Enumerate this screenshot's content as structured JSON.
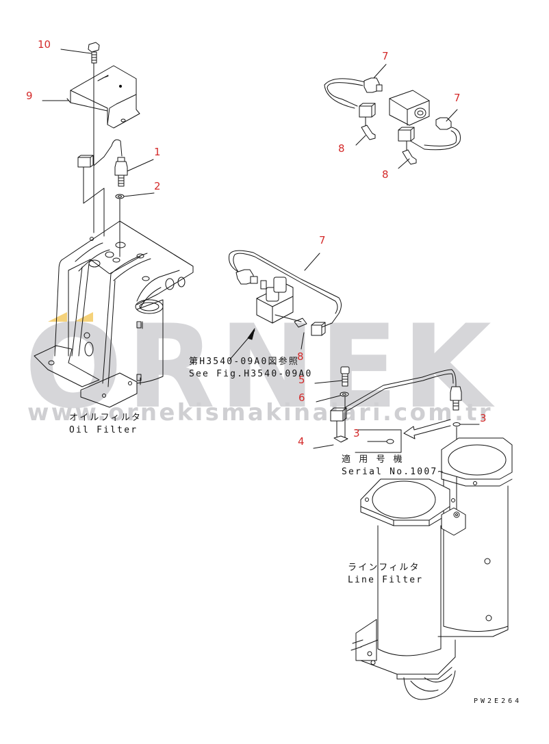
{
  "watermark": {
    "brand": "ORNEK",
    "url": "www.ornekismakinalari.com.tr",
    "brand_color": "#d6d6d9",
    "accent_color": "#f5d27a"
  },
  "callouts": [
    {
      "id": "c10",
      "text": "10"
    },
    {
      "id": "c9",
      "text": "9"
    },
    {
      "id": "c1",
      "text": "1"
    },
    {
      "id": "c2",
      "text": "2"
    },
    {
      "id": "c7a",
      "text": "7"
    },
    {
      "id": "c7b",
      "text": "7"
    },
    {
      "id": "c8a",
      "text": "8"
    },
    {
      "id": "c8b",
      "text": "8"
    },
    {
      "id": "c7c",
      "text": "7"
    },
    {
      "id": "c8c",
      "text": "8"
    },
    {
      "id": "c5",
      "text": "5"
    },
    {
      "id": "c6",
      "text": "6"
    },
    {
      "id": "c3a",
      "text": "3"
    },
    {
      "id": "c3b",
      "text": "3"
    },
    {
      "id": "c4",
      "text": "4"
    }
  ],
  "labels": {
    "see_fig_jp": "第H3540-09A0図参照",
    "see_fig_en": "See Fig.H3540-09A0",
    "oil_filter_jp": "オイルフィルタ",
    "oil_filter_en": "Oil Filter",
    "serial_jp": "適 用 号 機",
    "serial_en": "Serial No.1007~",
    "line_filter_jp": "ラインフィルタ",
    "line_filter_en": "Line Filter",
    "drawing_code": "PW2E264"
  },
  "colors": {
    "callout": "#d42a2a",
    "line": "#111111"
  }
}
